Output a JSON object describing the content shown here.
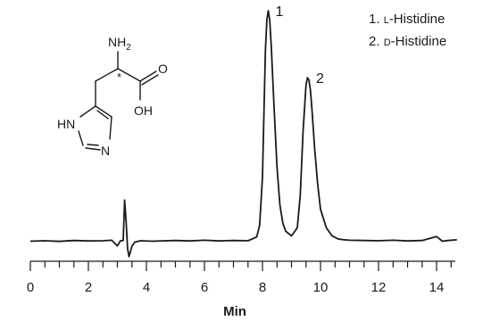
{
  "chart_data": {
    "type": "line",
    "title": "",
    "xlabel": "Min",
    "ylabel": "",
    "xlim": [
      0,
      14.7
    ],
    "x_ticks": [
      0,
      2,
      4,
      6,
      8,
      10,
      12,
      14
    ],
    "x_tick_labels": [
      "0",
      "2",
      "4",
      "6",
      "8",
      "10",
      "12",
      "14"
    ],
    "grid": false,
    "legend_position": "top-right",
    "series": [
      {
        "name": "",
        "x": [
          0,
          0.5,
          1.0,
          1.5,
          2.0,
          2.5,
          2.8,
          3.0,
          3.1,
          3.2,
          3.25,
          3.3,
          3.35,
          3.4,
          3.5,
          3.6,
          3.8,
          4.2,
          5.0,
          5.5,
          6.0,
          6.5,
          7.0,
          7.5,
          7.8,
          7.9,
          8.0,
          8.05,
          8.1,
          8.15,
          8.2,
          8.25,
          8.3,
          8.4,
          8.5,
          8.6,
          8.7,
          8.8,
          9.0,
          9.2,
          9.3,
          9.4,
          9.5,
          9.55,
          9.6,
          9.65,
          9.7,
          9.8,
          9.9,
          10.0,
          10.2,
          10.4,
          10.6,
          10.8,
          11.0,
          11.5,
          12.0,
          12.5,
          13.0,
          13.5,
          14.0,
          14.2,
          14.4,
          14.7
        ],
        "y": [
          0.2,
          0.4,
          0.1,
          0.5,
          0.3,
          0.4,
          0.6,
          -1.8,
          0.3,
          0.5,
          18.0,
          8.5,
          -3.0,
          -6.5,
          -2.0,
          -0.2,
          0.4,
          0.2,
          0.5,
          0.3,
          0.6,
          0.3,
          0.5,
          0.4,
          2.0,
          7.0,
          28.0,
          55.0,
          83.0,
          96.0,
          100.0,
          96.0,
          85.0,
          58.0,
          32.0,
          16.0,
          8.0,
          4.5,
          2.5,
          6.0,
          20.0,
          48.0,
          68.0,
          71.0,
          70.0,
          66.0,
          58.0,
          40.0,
          25.0,
          14.0,
          6.0,
          2.5,
          1.2,
          0.8,
          0.6,
          0.5,
          0.4,
          0.6,
          0.3,
          0.5,
          2.2,
          0.2,
          0.5,
          0.8
        ]
      }
    ],
    "peak_labels": [
      {
        "text": "1",
        "x": 8.2,
        "y": 100.0
      },
      {
        "text": "2",
        "x": 9.6,
        "y": 71.0
      }
    ]
  },
  "legend": {
    "items": [
      {
        "num": "1.",
        "config": "L",
        "rest": "-Histidine"
      },
      {
        "num": "2.",
        "config": "D",
        "rest": "-Histidine"
      }
    ]
  },
  "molecule": {
    "name": "histidine",
    "labels": {
      "nh2": "NH",
      "nh2_sub": "2",
      "carbonyl_o": "O",
      "oh": "OH",
      "ring_nh": "HN",
      "ring_n": "N",
      "chiral_mark": "*"
    }
  }
}
